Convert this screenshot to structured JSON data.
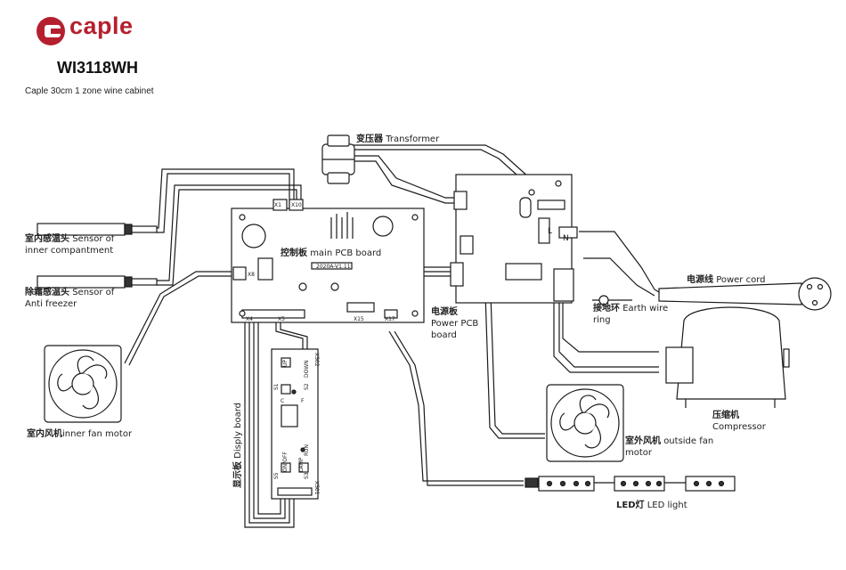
{
  "brand": {
    "logo_text": "caple",
    "logo_color": "#b5202e"
  },
  "model": "WI3118WH",
  "subtitle": "Caple 30cm 1 zone wine cabinet",
  "labels": {
    "transformer_cn": "变压器",
    "transformer_en": "Transformer",
    "sensor_inner_cn": "室内感温头",
    "sensor_inner_en_1": "Sensor of",
    "sensor_inner_en_2": "inner compantment",
    "sensor_anti_cn": "除霜感温头",
    "sensor_anti_en_1": "Sensor of",
    "sensor_anti_en_2": "Anti freezer",
    "main_pcb_cn": "控制板",
    "main_pcb_en": "main PCB board",
    "power_pcb_cn": "电源板",
    "power_pcb_en_1": "Power PCB",
    "power_pcb_en_2": "board",
    "power_cord_cn": "电源线",
    "power_cord_en": "Power cord",
    "earth_cn": "接地环",
    "earth_en_1": "Earth wire",
    "earth_en_2": "ring",
    "compressor_cn": "压缩机",
    "compressor_en": "Compressor",
    "inner_fan_cn": "室内风机",
    "inner_fan_en": "inner fan motor",
    "outside_fan_cn": "室外风机",
    "outside_fan_en_1": "outside fan",
    "outside_fan_en_2": "motor",
    "led_cn": "LED灯",
    "led_en": "LED light",
    "display_cn": "显示板",
    "display_en": "Disply board"
  },
  "connectors": {
    "x1": "X1",
    "x10": "X10",
    "x8": "X8",
    "x4": "X4",
    "x5": "X5",
    "x15": "X15",
    "x17": "X17",
    "board_code": "2020A-V1.11",
    "xs02": "XS02",
    "xs01": "XS01",
    "l": "L",
    "n": "N"
  },
  "display_board": {
    "up": "UP",
    "down": "DOWN",
    "s1": "S1",
    "s2": "S2",
    "s3": "S3",
    "s5": "S5",
    "c": "C",
    "f": "F",
    "run": "RUN",
    "on_off": "ON/OFF",
    "lamp": "LAMP"
  }
}
